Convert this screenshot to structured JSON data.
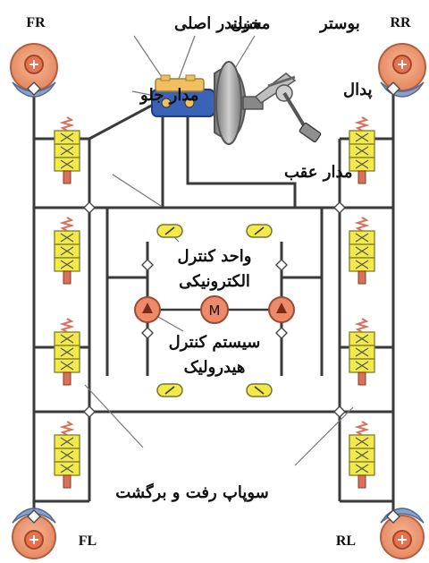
{
  "labels": {
    "booster": "بوستر",
    "reservoir": "مخزن",
    "master_cylinder": "سیلندر اصلی",
    "front_circuit": "مدار جلو",
    "pedal": "پدال",
    "rear_circuit": "مدار عقب",
    "ecu_line1": "واحد کنترل",
    "ecu_line2": "الکترونیکی",
    "hcu_line1": "سیستم کنترل",
    "hcu_line2": "هیدرولیک",
    "valves": "سوپاپ رفت و برگشت",
    "motor": "M"
  },
  "wheels": {
    "fr": "FR",
    "rr": "RR",
    "fl": "FL",
    "rl": "RL"
  },
  "colors": {
    "valve_yellow": "#f2ea4a",
    "valve_spring": "#d9705a",
    "brake_disc": "#f3a07a",
    "caliper": "#8aa0c8",
    "pump": "#ec8a6a",
    "booster": "#a8a8a8",
    "master_cylinder": "#3a63b8",
    "reservoir": "#f0c060"
  }
}
